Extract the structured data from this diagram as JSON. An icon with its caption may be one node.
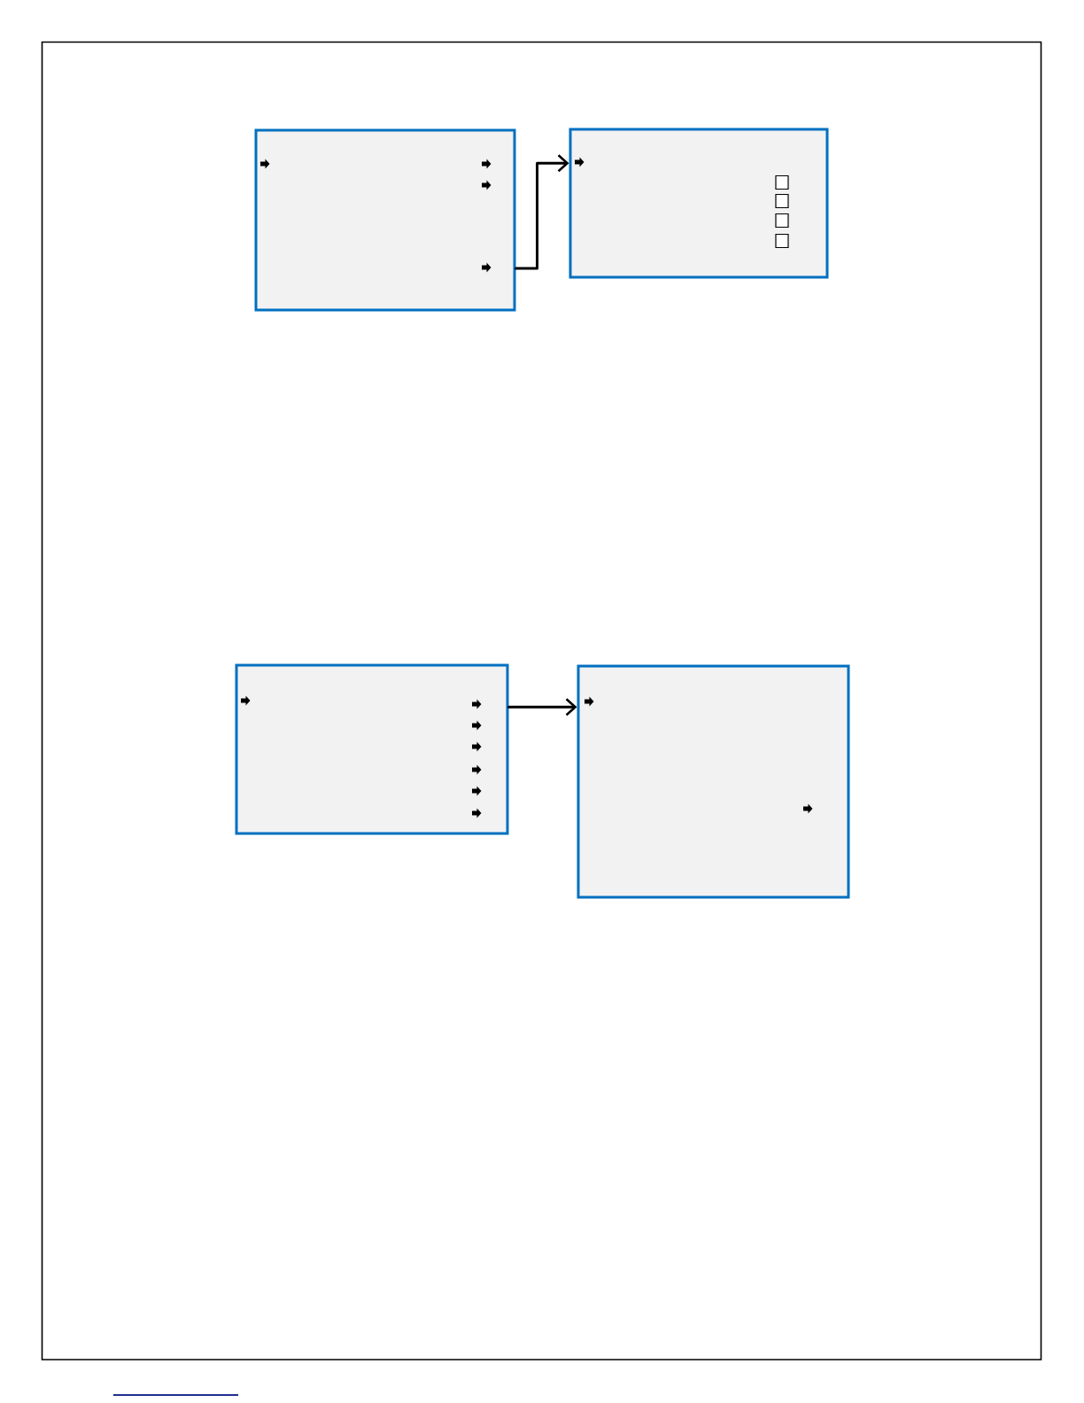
{
  "diagram": {
    "nodes": [
      {
        "text": [],
        "shape": "box"
      },
      {
        "text": [],
        "shape": "box"
      },
      {
        "text": [],
        "shape": "box"
      },
      {
        "text": [],
        "shape": "box"
      }
    ],
    "edges": [
      {
        "from": 0,
        "to": 1,
        "arrow": "to"
      },
      {
        "from": 2,
        "to": 3,
        "arrow": "to"
      }
    ]
  }
}
